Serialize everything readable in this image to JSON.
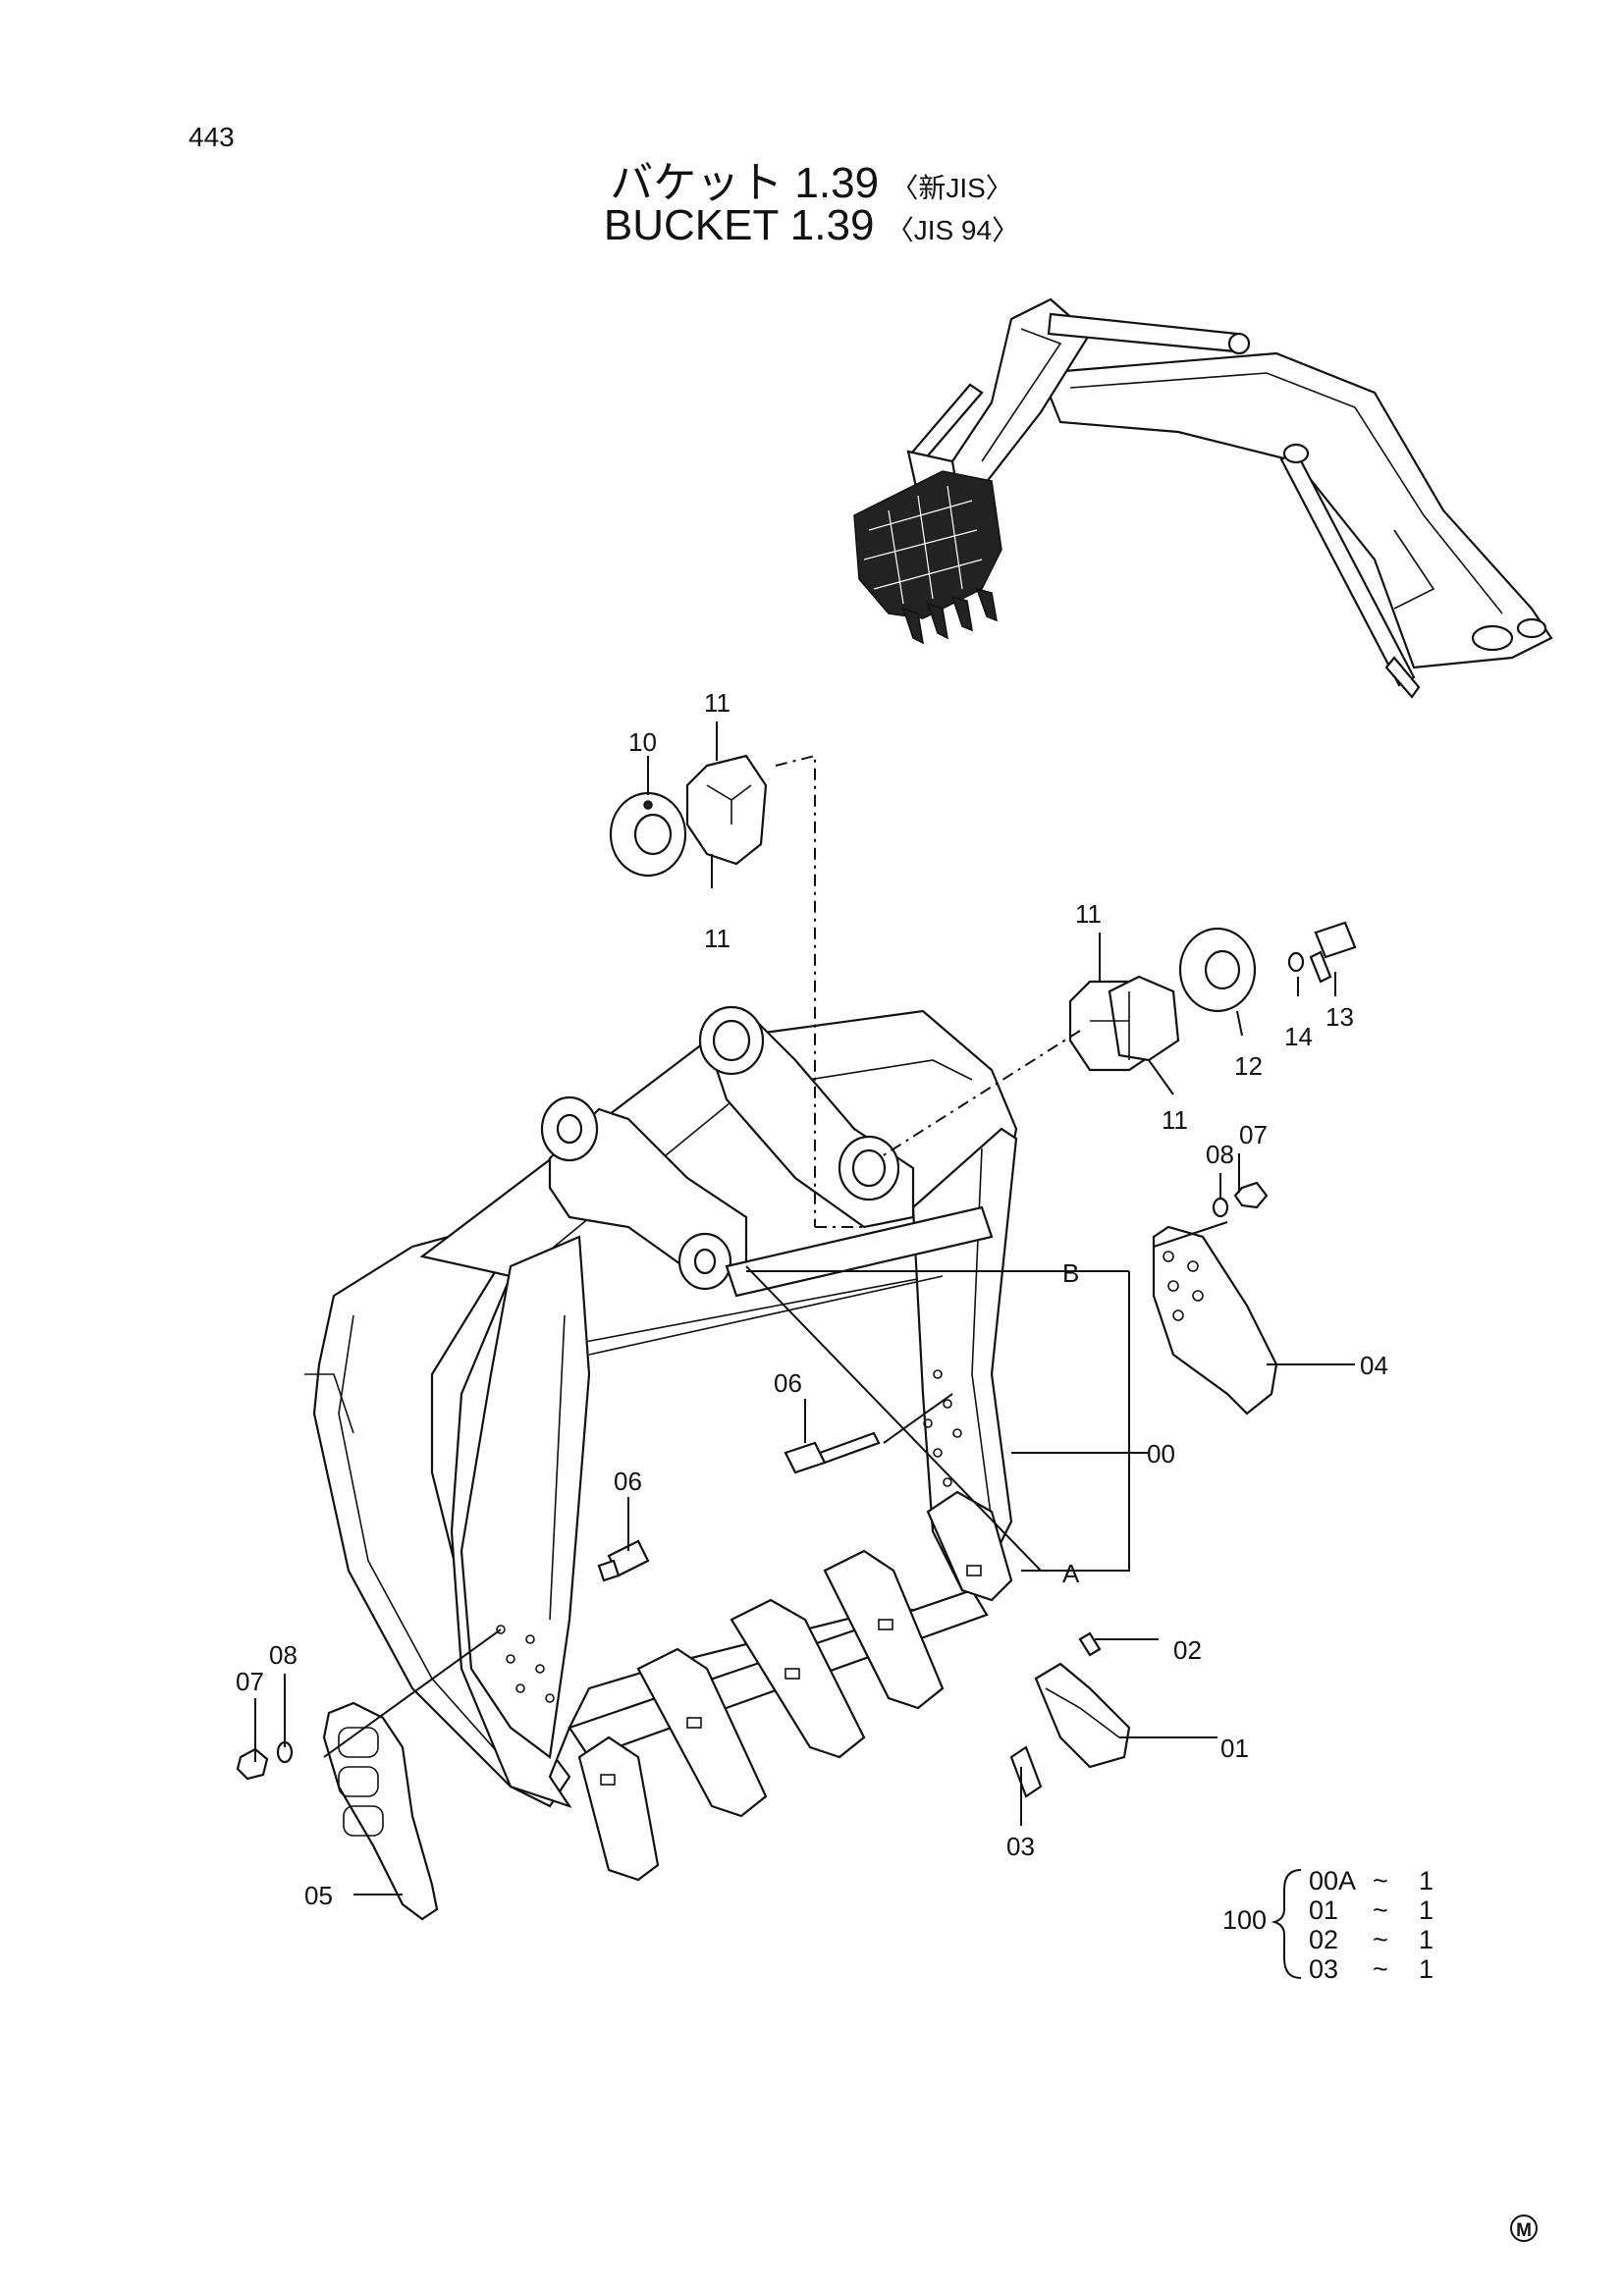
{
  "page": {
    "number": "443",
    "title_ja": "バケット 1.39",
    "title_ja_std": "〈新JIS〉",
    "title_en": "BUCKET 1.39",
    "title_en_std": "〈JIS 94〉",
    "mark": "M"
  },
  "callouts": {
    "c00": "00",
    "c01": "01",
    "c02": "02",
    "c03": "03",
    "c04": "04",
    "c05": "05",
    "c06a": "06",
    "c06b": "06",
    "c07a": "07",
    "c07b": "07",
    "c08a": "08",
    "c08b": "08",
    "c10": "10",
    "c11a": "11",
    "c11b": "11",
    "c11c": "11",
    "c11d": "11",
    "c12": "12",
    "c13": "13",
    "c14": "14",
    "refA": "A",
    "refB": "B"
  },
  "kit": {
    "number": "100",
    "items": [
      {
        "part": "00A",
        "tilde": "~",
        "qty": "1"
      },
      {
        "part": "01",
        "tilde": "~",
        "qty": "1"
      },
      {
        "part": "02",
        "tilde": "~",
        "qty": "1"
      },
      {
        "part": "03",
        "tilde": "~",
        "qty": "1"
      }
    ]
  }
}
